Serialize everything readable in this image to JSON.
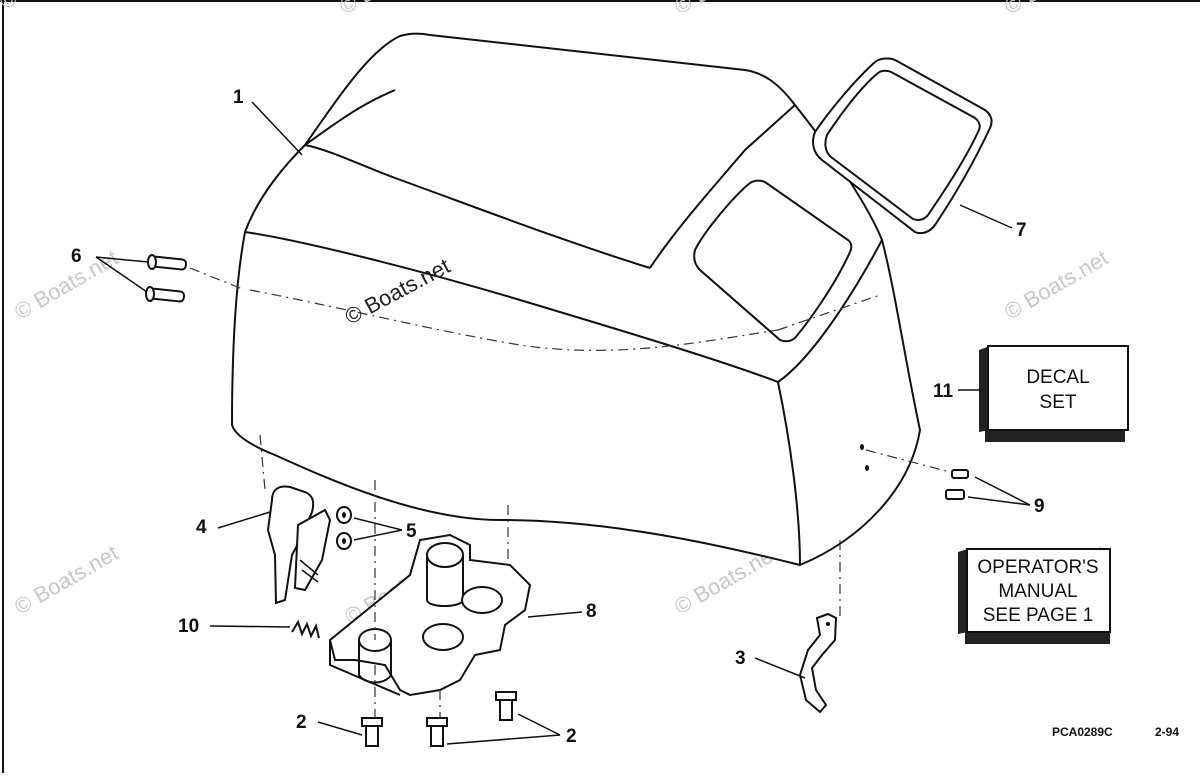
{
  "diagram": {
    "watermark": "© Boats.net",
    "center_watermark": "© Boats.net",
    "callouts": [
      "1",
      "2",
      "3",
      "4",
      "5",
      "6",
      "7",
      "8",
      "9",
      "10",
      "11"
    ],
    "decal_box": {
      "line1": "DECAL",
      "line2": "SET"
    },
    "manual_box": {
      "line1": "OPERATOR'S",
      "line2": "MANUAL",
      "line3": "SEE PAGE 1"
    },
    "reference_code": "PCA0289C",
    "reference_date": "2-94"
  }
}
